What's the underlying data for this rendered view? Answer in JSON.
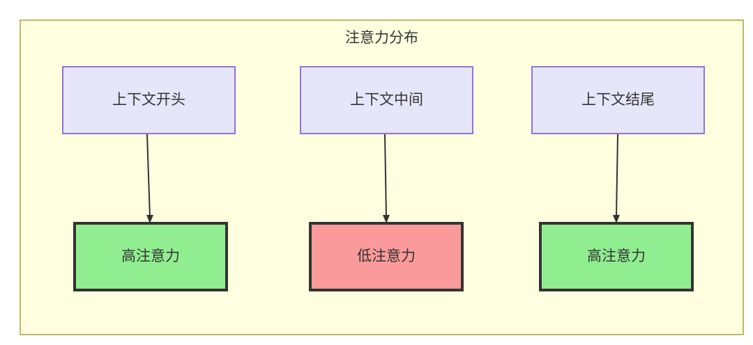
{
  "diagram": {
    "type": "flowchart",
    "title": "注意力分布",
    "background_color": "#ffffe0",
    "border_color": "#bdb76b",
    "nodes": [
      {
        "id": "ctx_start",
        "label": "上下文开头",
        "fill": "#e6e6fa",
        "stroke": "#9370db",
        "column": 1,
        "row": "top"
      },
      {
        "id": "ctx_middle",
        "label": "上下文中间",
        "fill": "#e6e6fa",
        "stroke": "#9370db",
        "column": 2,
        "row": "top"
      },
      {
        "id": "ctx_end",
        "label": "上下文结尾",
        "fill": "#e6e6fa",
        "stroke": "#9370db",
        "column": 3,
        "row": "top"
      },
      {
        "id": "attn_high_1",
        "label": "高注意力",
        "fill": "#90ee90",
        "stroke": "#333333",
        "column": 1,
        "row": "bottom"
      },
      {
        "id": "attn_low",
        "label": "低注意力",
        "fill": "#fa9a9a",
        "stroke": "#333333",
        "column": 2,
        "row": "bottom"
      },
      {
        "id": "attn_high_2",
        "label": "高注意力",
        "fill": "#90ee90",
        "stroke": "#333333",
        "column": 3,
        "row": "bottom"
      }
    ],
    "edges": [
      {
        "from": "ctx_start",
        "to": "attn_high_1",
        "arrow": "down"
      },
      {
        "from": "ctx_middle",
        "to": "attn_low",
        "arrow": "down"
      },
      {
        "from": "ctx_end",
        "to": "attn_high_2",
        "arrow": "down"
      }
    ]
  }
}
